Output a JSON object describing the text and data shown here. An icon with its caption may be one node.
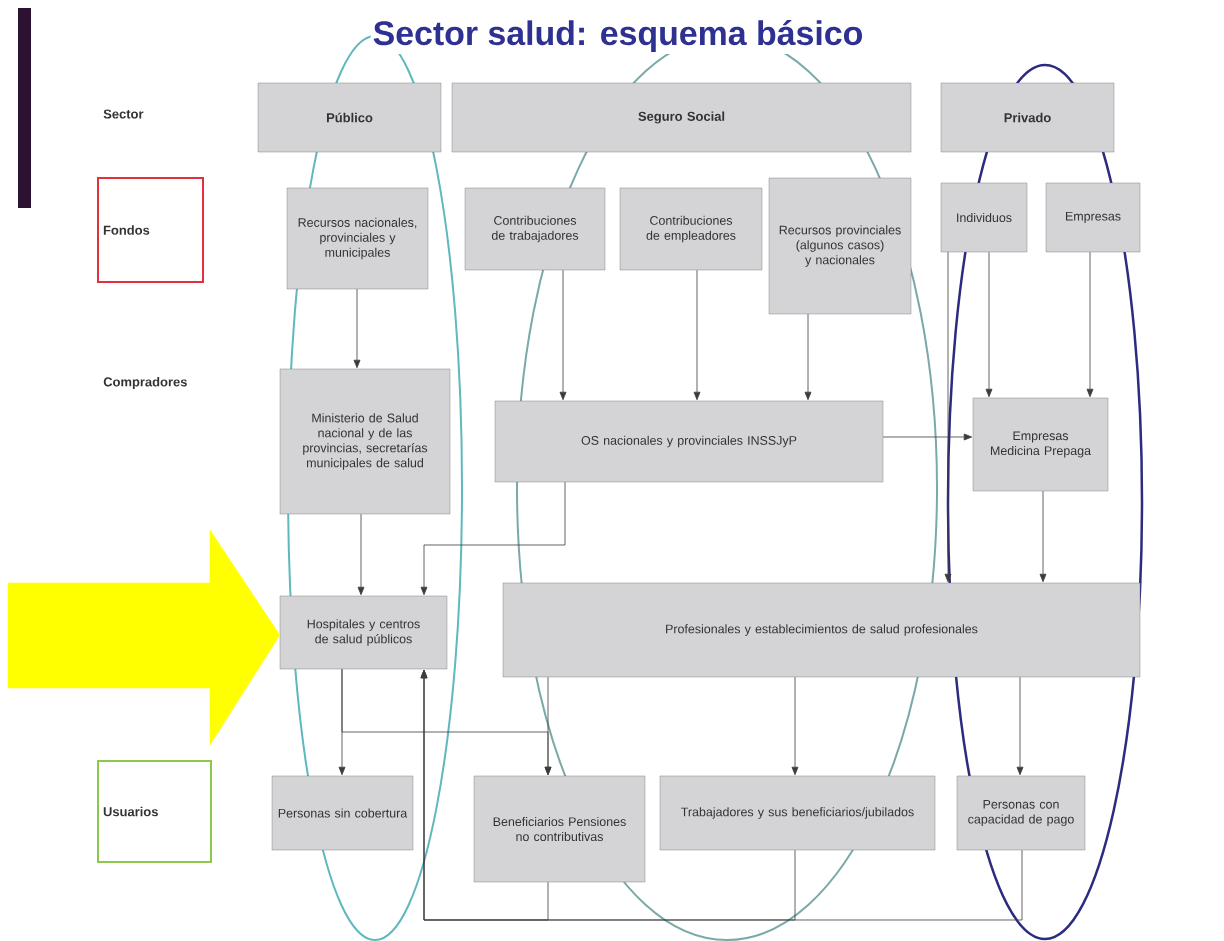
{
  "diagram": {
    "title": "Sector salud: esquema básico",
    "nodes": [
      {
        "text": [
          "Público"
        ]
      },
      {
        "text": [
          "Seguro Social"
        ]
      },
      {
        "text": [
          "Privado"
        ]
      },
      {
        "text": [
          "Fondos"
        ]
      },
      {
        "text": [
          "Recursos nacionales, provinciales y municipales"
        ]
      },
      {
        "text": [
          "Contribuciones de trabajadores"
        ]
      },
      {
        "text": [
          "Contribuciones de empleadores"
        ]
      },
      {
        "text": [
          "Recursos provinciales (algunos casos) y nacionales"
        ]
      },
      {
        "text": [
          "Individuos"
        ]
      },
      {
        "text": [
          "Empresas"
        ]
      },
      {
        "text": [
          "Ministerio de Salud nacional y de las provincias, secretarías municipales de salud"
        ]
      },
      {
        "text": [
          "OS nacionales y provinciales INSSJyP"
        ]
      },
      {
        "text": [
          "Empresas Medicina Prepaga"
        ]
      },
      {
        "text": [
          "Hospitales y centros de salud públicos"
        ]
      },
      {
        "text": [
          "Profesionales y establecimientos de salud profesionales"
        ]
      },
      {
        "text": [
          "Usuarios"
        ]
      },
      {
        "text": [
          "Personas sin cobertura"
        ]
      },
      {
        "text": [
          "Beneficiarios Pensiones no contributivas"
        ]
      },
      {
        "text": [
          "Trabajadores y sus beneficiarios/jubilados"
        ]
      },
      {
        "text": [
          "Personas con capacidad de pago"
        ]
      }
    ],
    "edges": [
      {
        "from": 4,
        "to": 10,
        "arrow": "to"
      },
      {
        "from": 5,
        "to": 11,
        "arrow": "to"
      },
      {
        "from": 6,
        "to": 11,
        "arrow": "to"
      },
      {
        "from": 7,
        "to": 11,
        "arrow": "to"
      },
      {
        "from": 8,
        "to": 12,
        "arrow": "to"
      },
      {
        "from": 9,
        "to": 12,
        "arrow": "to"
      },
      {
        "from": 11,
        "to": 12,
        "arrow": "to"
      },
      {
        "from": 8,
        "to": 14,
        "arrow": "to"
      },
      {
        "from": 12,
        "to": 14,
        "arrow": "to"
      },
      {
        "from": 10,
        "to": 13,
        "arrow": "to"
      },
      {
        "from": 11,
        "to": 13,
        "arrow": "to"
      },
      {
        "from": 13,
        "to": 16,
        "arrow": "to"
      },
      {
        "from": 13,
        "to": 17,
        "arrow": "to"
      },
      {
        "from": 14,
        "to": 17,
        "arrow": "to"
      },
      {
        "from": 14,
        "to": 18,
        "arrow": "to"
      },
      {
        "from": 14,
        "to": 19,
        "arrow": "to"
      },
      {
        "from": 17,
        "to": 13,
        "arrow": "to"
      },
      {
        "from": 18,
        "to": 13,
        "arrow": "to"
      },
      {
        "from": 19,
        "to": 13,
        "arrow": "to"
      },
      {
        "from": null,
        "to": 13,
        "arrow": "to",
        "style": "thick",
        "color": "#ffff00"
      }
    ],
    "labels": [
      "Sector",
      "Compradores"
    ]
  }
}
